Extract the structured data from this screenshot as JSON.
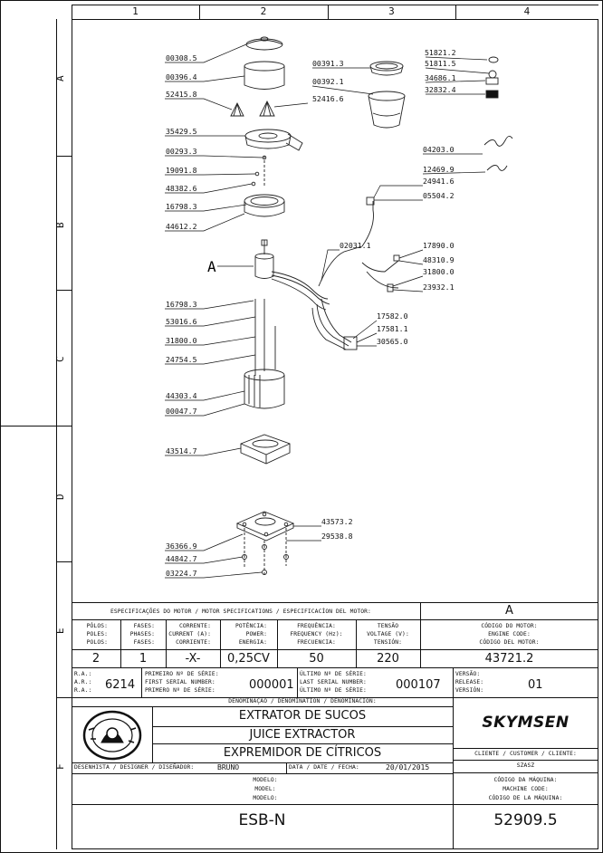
{
  "grid": {
    "columns": [
      "1",
      "2",
      "3",
      "4"
    ],
    "rows": [
      "A",
      "B",
      "C",
      "D",
      "E",
      "F"
    ]
  },
  "diagram": {
    "callout_letter": "A",
    "parts": [
      "00308.5",
      "00396.4",
      "52415.8",
      "52416.6",
      "00391.3",
      "00392.1",
      "51821.2",
      "51811.5",
      "34686.1",
      "32832.4",
      "35429.5",
      "00293.3",
      "19091.8",
      "48382.6",
      "16798.3",
      "44612.2",
      "04203.0",
      "12469.9",
      "24941.6",
      "05504.2",
      "02031.1",
      "17890.0",
      "48310.9",
      "31800.0",
      "23932.1",
      "16798.3",
      "53016.6",
      "31800.0",
      "24754.5",
      "17582.0",
      "17581.1",
      "30565.0",
      "44303.4",
      "00047.7",
      "43514.7",
      "43573.2",
      "29538.8",
      "36366.9",
      "44842.7",
      "03224.7"
    ]
  },
  "specs": {
    "header": "ESPECIFICAÇÕES DO MOTOR / MOTOR SPECIFICATIONS / ESPECIFICACÍON DEL MOTOR:",
    "rev_letter": "A",
    "col_headers": [
      [
        "PÓLOS:",
        "POLES:",
        "POLOS:"
      ],
      [
        "FASES:",
        "PHASES:",
        "FASES:"
      ],
      [
        "CORRENTE:",
        "CURRENT (A):",
        "CORRIENTE:"
      ],
      [
        "POTÊNCIA:",
        "POWER:",
        "ENERGIA:"
      ],
      [
        "FREQUÊNCIA:",
        "FREQUENCY (Hz):",
        "FRECUENCIA:"
      ],
      [
        "TENSÃO",
        "VOLTAGE (V):",
        "TENSIÓN:"
      ],
      [
        "CÓDIGO DO MOTOR:",
        "ENGINE CODE:",
        "CÓDIGO DEL MOTOR:"
      ]
    ],
    "values": [
      "2",
      "1",
      "-X-",
      "0,25CV",
      "50",
      "220",
      "43721.2"
    ]
  },
  "serial": {
    "ra_labels": [
      "R.A.:",
      "A.R.:",
      "R.A.:"
    ],
    "ra_value": "6214",
    "first_labels": [
      "PRIMEIRO Nº DE SÉRIE:",
      "FIRST SERIAL NUMBER:",
      "PRIMERO Nº DE SÉRIE:"
    ],
    "first_value": "000001",
    "last_labels": [
      "ÚLTIMO Nº DE SÉRIE:",
      "LAST SERIAL NUMBER:",
      "ÚLTIMO Nº DE SÉRIE:"
    ],
    "last_value": "000107",
    "version_labels": [
      "VERSÃO:",
      "RELEASE:",
      "VERSIÓN:"
    ],
    "version_value": "01"
  },
  "title": {
    "denomination_label": "DENOMINAÇÃO / DENOMINATION / DENOMINACIÓN:",
    "name_pt": "EXTRATOR DE SUCOS",
    "name_en": "JUICE EXTRACTOR",
    "name_es": "EXPREMIDOR DE CÍTRICOS",
    "brand": "SKYMSEN",
    "client_label": "CLIENTE / CUSTOMER / CLIENTE:",
    "client_value": "SZASZ",
    "designer_label": "DESENHISTA / DESIGNER / DISEÑADOR:",
    "designer_value": "BRUNO",
    "date_label": "DATA / DATE / FECHA:",
    "date_value": "20/01/2015",
    "model_labels": [
      "MODELO:",
      "MODEL:",
      "MODELO:"
    ],
    "machine_code_labels": [
      "CÓDIGO DA MÁQUINA:",
      "MACHINE CODE:",
      "CÓDIGO DE LA MÁQUINA:"
    ],
    "model_value": "ESB-N",
    "machine_code_value": "52909.5"
  }
}
